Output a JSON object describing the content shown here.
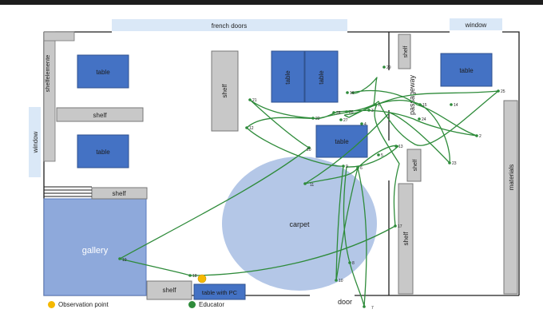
{
  "labels": {
    "french_doors": "french doors",
    "window_top": "window",
    "window_left": "window",
    "shelfelemente": "shelfelemente",
    "table": "table",
    "shelf": "shelf",
    "gallery": "gallery",
    "carpet": "carpet",
    "table_with_pc": "table with PC",
    "door": "door",
    "passageway": "passageway",
    "materials": "materials"
  },
  "legend": {
    "observation": "Observation point",
    "educator": "Educator"
  },
  "colors": {
    "table": "#4472c4",
    "shelf": "#c8c8c8",
    "gallery": "#8ea9db",
    "carpet": "#b4c7e7",
    "path": "#2e8b3a",
    "window": "#dae8f7",
    "observation": "#f5b800"
  },
  "points": [
    {
      "id": "1"
    },
    {
      "id": "2"
    },
    {
      "id": "3"
    },
    {
      "id": "4"
    },
    {
      "id": "5"
    },
    {
      "id": "6"
    },
    {
      "id": "7"
    },
    {
      "id": "8"
    },
    {
      "id": "9"
    },
    {
      "id": "10"
    },
    {
      "id": "11"
    },
    {
      "id": "12"
    },
    {
      "id": "13"
    },
    {
      "id": "14"
    },
    {
      "id": "15"
    },
    {
      "id": "16"
    },
    {
      "id": "17"
    },
    {
      "id": "18"
    },
    {
      "id": "19"
    },
    {
      "id": "20"
    },
    {
      "id": "21"
    },
    {
      "id": "22"
    },
    {
      "id": "23"
    },
    {
      "id": "24"
    },
    {
      "id": "25"
    },
    {
      "id": "26"
    },
    {
      "id": "27"
    },
    {
      "id": "28"
    },
    {
      "id": "29"
    }
  ]
}
